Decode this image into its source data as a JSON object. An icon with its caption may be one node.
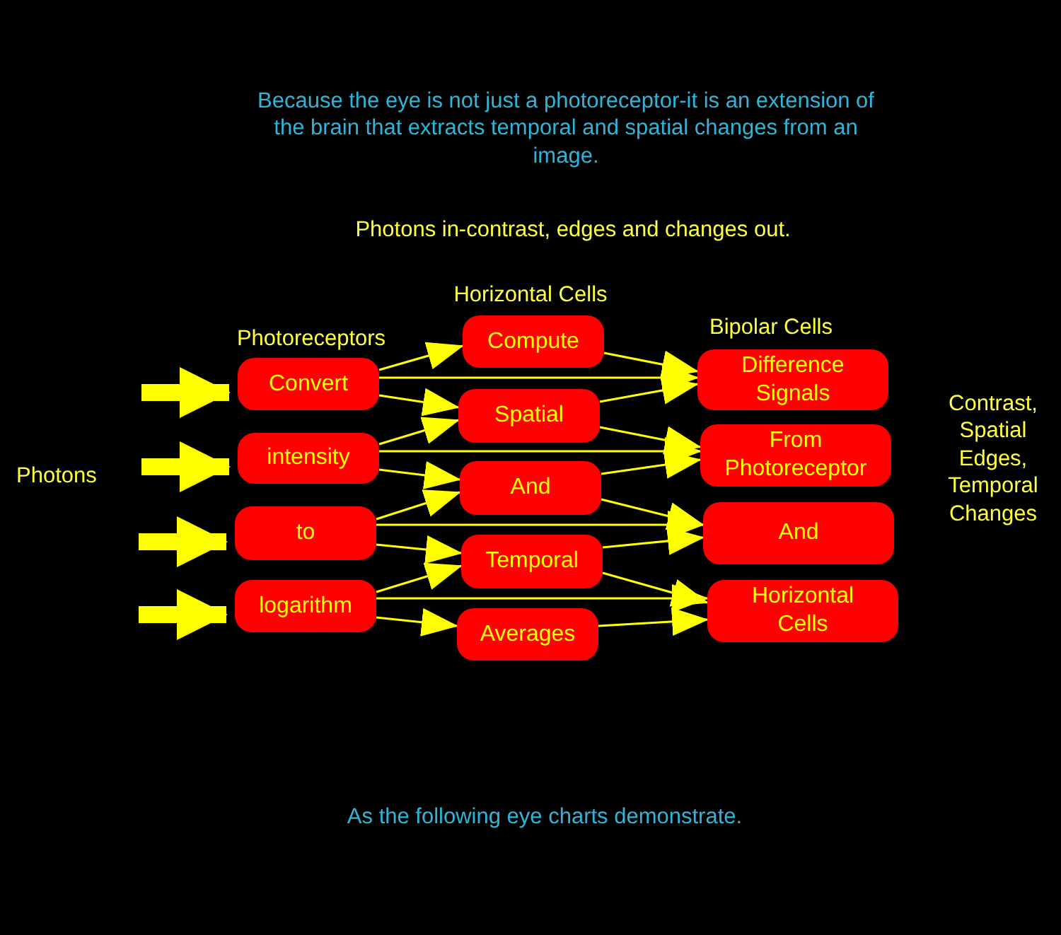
{
  "diagram": {
    "nodes": [
      {
        "text": [
          "Convert"
        ]
      },
      {
        "text": [
          "intensity"
        ]
      },
      {
        "text": [
          "to"
        ]
      },
      {
        "text": [
          "logarithm"
        ]
      },
      {
        "text": [
          "Compute"
        ]
      },
      {
        "text": [
          "Spatial"
        ]
      },
      {
        "text": [
          "And"
        ]
      },
      {
        "text": [
          "Temporal"
        ]
      },
      {
        "text": [
          "Averages"
        ]
      },
      {
        "text": [
          "Difference Signals"
        ]
      },
      {
        "text": [
          "From Photoreceptor"
        ]
      },
      {
        "text": [
          "And"
        ]
      },
      {
        "text": [
          "Horizontal Cells"
        ]
      }
    ],
    "edges": [
      {
        "from": null,
        "to": 0,
        "arrow": "to",
        "style": "thick"
      },
      {
        "from": null,
        "to": 1,
        "arrow": "to",
        "style": "thick"
      },
      {
        "from": null,
        "to": 2,
        "arrow": "to",
        "style": "thick"
      },
      {
        "from": null,
        "to": 3,
        "arrow": "to",
        "style": "thick"
      },
      {
        "from": 0,
        "to": 4,
        "arrow": "to"
      },
      {
        "from": 0,
        "to": 5,
        "arrow": "to"
      },
      {
        "from": 0,
        "to": 9,
        "arrow": "to"
      },
      {
        "from": 1,
        "to": 5,
        "arrow": "to"
      },
      {
        "from": 1,
        "to": 6,
        "arrow": "to"
      },
      {
        "from": 1,
        "to": 10,
        "arrow": "to"
      },
      {
        "from": 2,
        "to": 6,
        "arrow": "to"
      },
      {
        "from": 2,
        "to": 7,
        "arrow": "to"
      },
      {
        "from": 2,
        "to": 11,
        "arrow": "to"
      },
      {
        "from": 3,
        "to": 7,
        "arrow": "to"
      },
      {
        "from": 3,
        "to": 8,
        "arrow": "to"
      },
      {
        "from": 3,
        "to": 12,
        "arrow": "to"
      },
      {
        "from": 4,
        "to": 9,
        "arrow": "to"
      },
      {
        "from": 5,
        "to": 9,
        "arrow": "to"
      },
      {
        "from": 5,
        "to": 10,
        "arrow": "to"
      },
      {
        "from": 6,
        "to": 10,
        "arrow": "to"
      },
      {
        "from": 6,
        "to": 11,
        "arrow": "to"
      },
      {
        "from": 7,
        "to": 11,
        "arrow": "to"
      },
      {
        "from": 7,
        "to": 12,
        "arrow": "to"
      },
      {
        "from": 8,
        "to": 12,
        "arrow": "to"
      }
    ],
    "labels": [
      "Because the eye is not just a photoreceptor-it is an extension of the brain that extracts temporal and spatial changes from an image.",
      "Photons in-contrast, edges and changes out.",
      "Horizontal Cells",
      "Photoreceptors",
      "Bipolar Cells",
      "Photons",
      "Contrast, Spatial Edges, Temporal Changes",
      "As the following eye charts demonstrate."
    ]
  }
}
